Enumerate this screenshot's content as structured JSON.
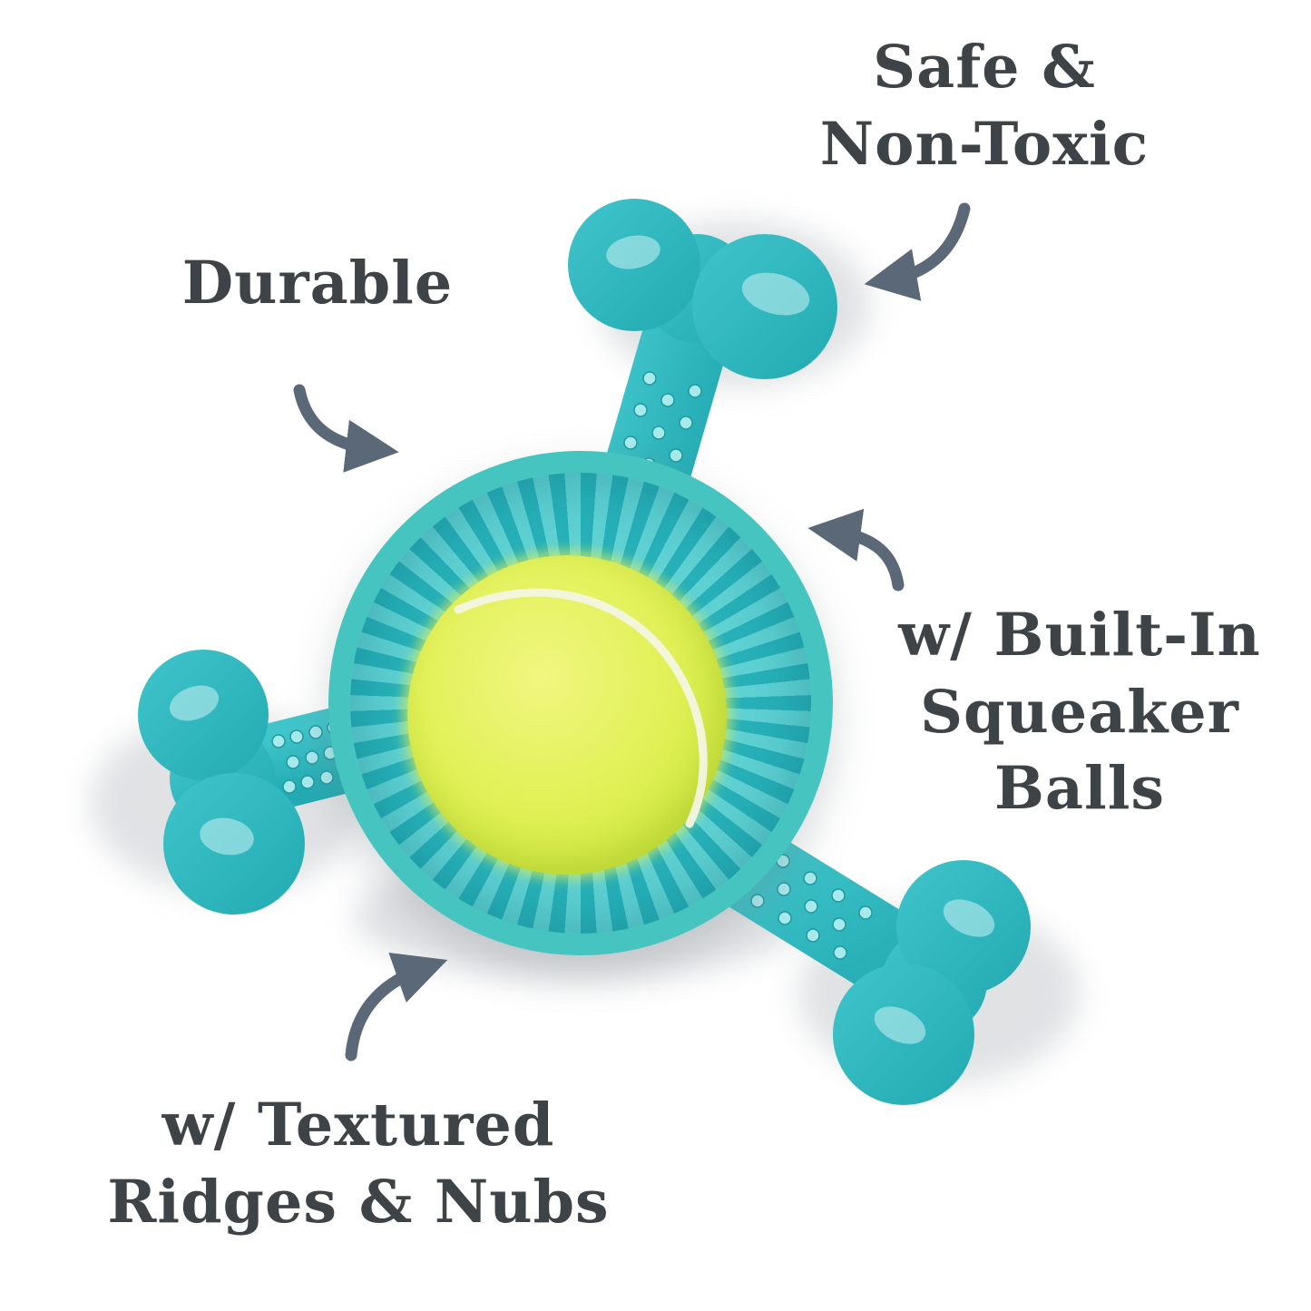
{
  "page": {
    "background": "#ffffff"
  },
  "callouts": {
    "safe": {
      "lines": [
        "Safe &",
        "Non-Toxic"
      ]
    },
    "durable": {
      "lines": [
        "Durable"
      ]
    },
    "squeaker": {
      "lines": [
        "w/ Built-In",
        "Squeaker",
        "Balls"
      ]
    },
    "textured": {
      "lines": [
        "w/ Textured",
        "Ridges & Nubs"
      ]
    }
  },
  "product": {
    "description": "Teal rubber tri-bone dog chew toy with built-in tennis ball",
    "colors": {
      "toy_teal": "#2fb9c0",
      "toy_teal_light": "#5fd2d4",
      "toy_teal_dark": "#1ca6ad",
      "rim_mint": "#46c4bf",
      "ball_yellow": "#e2f159",
      "seam_white": "#f3f6e0",
      "arrow_slate": "#5a6878",
      "text_charcoal": "#3e4347"
    }
  }
}
